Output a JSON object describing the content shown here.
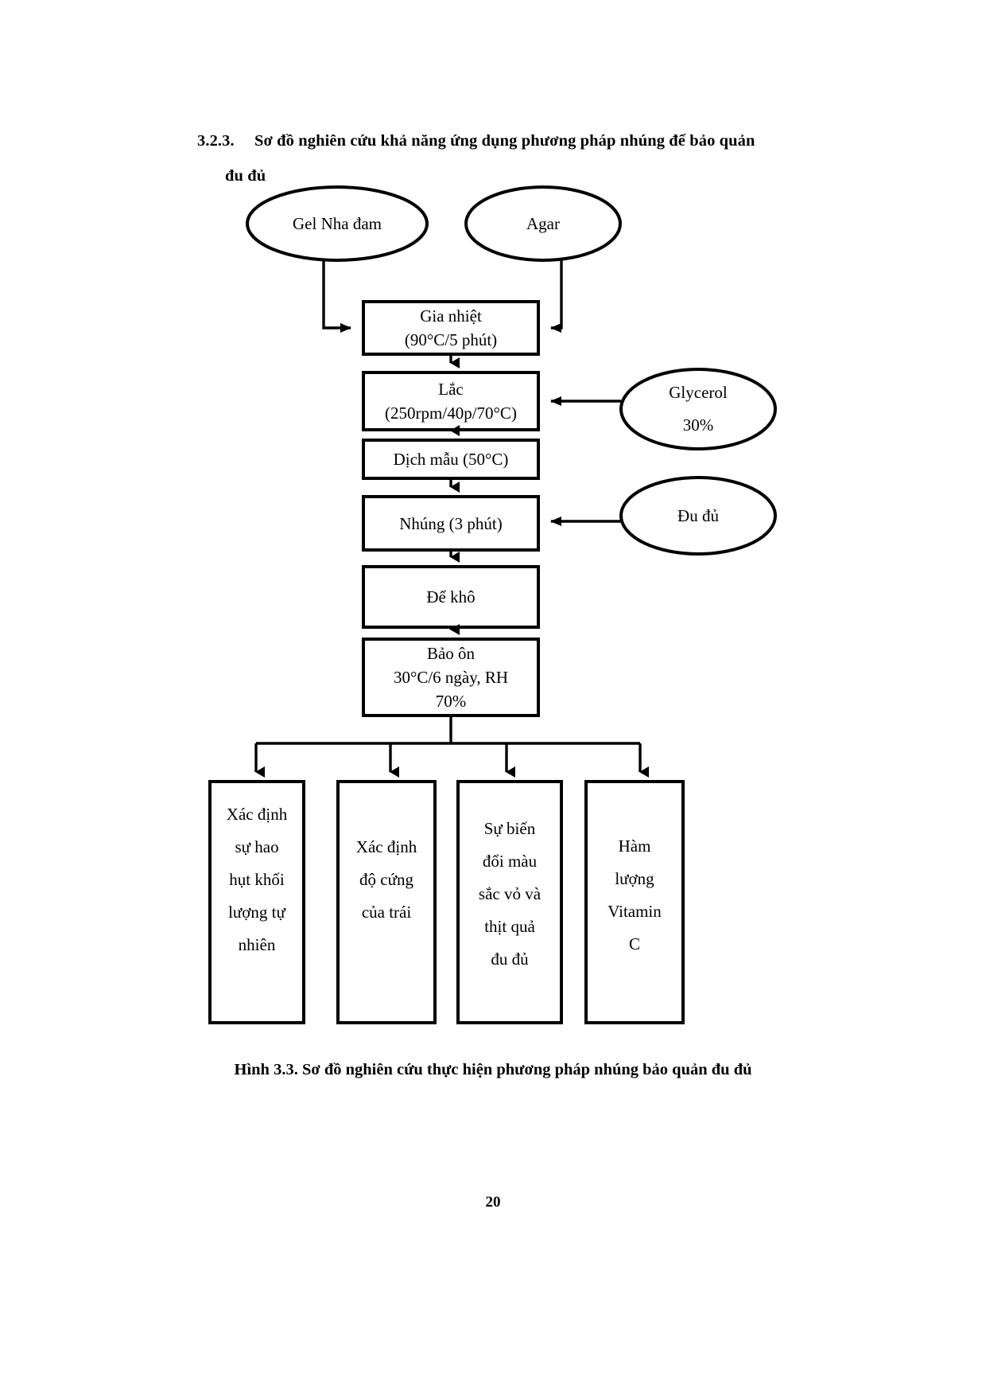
{
  "heading": {
    "number": "3.2.3.",
    "line1": "Sơ đồ nghiên cứu khả năng ứng dụng phương pháp nhúng để bảo quản",
    "line2": "đu đủ"
  },
  "diagram": {
    "inputs": [
      {
        "id": "gel-nha-dam",
        "label": "Gel Nha đam",
        "shape": "ellipse"
      },
      {
        "id": "agar",
        "label": "Agar",
        "shape": "ellipse"
      },
      {
        "id": "glycerol",
        "label": "Glycerol\n30%",
        "shape": "ellipse"
      },
      {
        "id": "du-du",
        "label": "Đu đủ",
        "shape": "ellipse"
      }
    ],
    "process": [
      {
        "id": "gia-nhiet",
        "label": "Gia nhiệt\n(90°C/5 phút)"
      },
      {
        "id": "lac",
        "label": "Lắc\n(250rpm/40p/70°C)"
      },
      {
        "id": "dich-mau",
        "label": "Dịch mẫu (50°C)"
      },
      {
        "id": "nhung",
        "label": "Nhúng (3 phút)"
      },
      {
        "id": "de-kho",
        "label": "Để khô"
      },
      {
        "id": "bao-on",
        "label": "Bảo ôn\n30°C/6 ngày, RH\n70%"
      }
    ],
    "outputs": [
      {
        "id": "hao-hut-khoi-luong",
        "label": "Xác định\nsự hao\nhụt khối\nlượng tự\nnhiên"
      },
      {
        "id": "do-cung",
        "label": "Xác định\nđộ cứng\ncủa trái"
      },
      {
        "id": "bien-doi-mau-sac",
        "label": "Sự biến\nđổi màu\nsắc vỏ và\nthịt quả\nđu đủ"
      },
      {
        "id": "vitamin-c",
        "label": "Hàm\nlượng\nVitamin\nC"
      }
    ]
  },
  "caption": "Hình 3.3. Sơ đồ nghiên cứu thực hiện phương pháp nhúng bảo quản đu đủ",
  "page_number": "20",
  "colors": {
    "ink": "#000000",
    "paper": "#ffffff"
  }
}
